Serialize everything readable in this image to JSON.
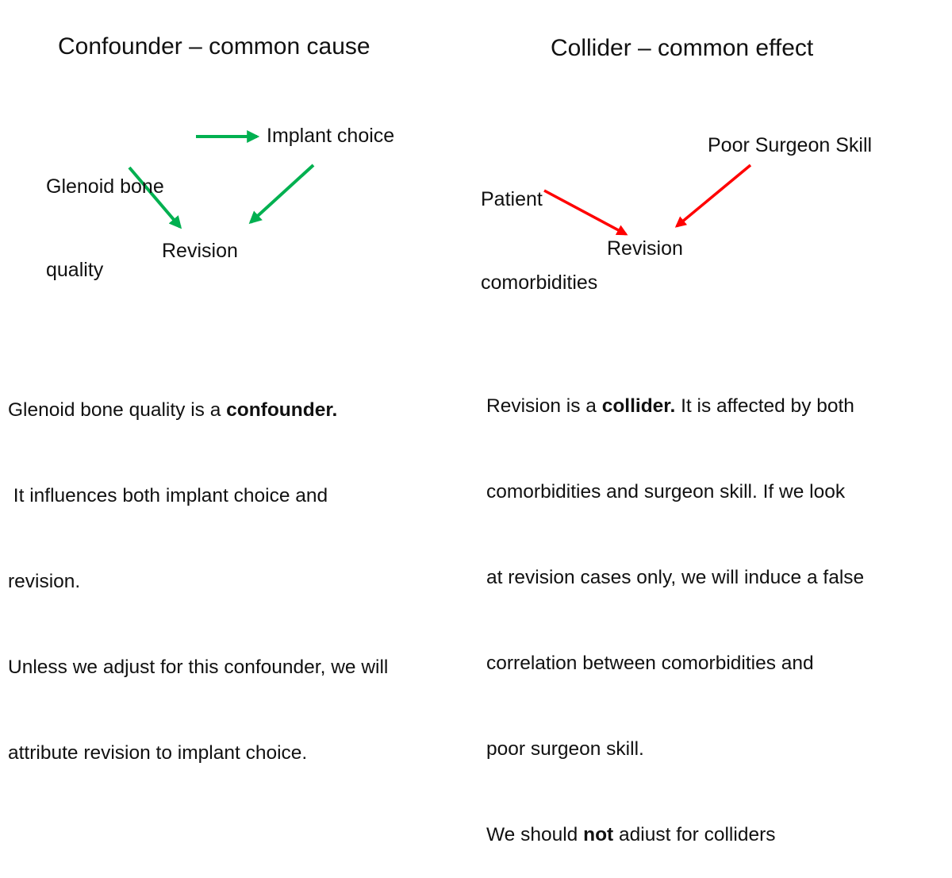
{
  "colors": {
    "confounder_arrows": "#00b050",
    "collider_arrows": "#ff0000",
    "text": "#111111"
  },
  "confounder": {
    "title": "Confounder – common cause",
    "nodes": {
      "exposure_line1": "Glenoid bone",
      "exposure_line2": "quality",
      "treatment": "Implant choice",
      "outcome": "Revision"
    },
    "explanation": {
      "line1_pre": "Glenoid bone quality is a ",
      "line1_bold": "confounder.",
      "line2": " It influences both implant choice and",
      "line3": "revision.",
      "line4": "Unless we adjust for this confounder, we will",
      "line5": "attribute revision to implant choice."
    }
  },
  "collider": {
    "title": "Collider – common effect",
    "nodes": {
      "cause1_line1": "Patient",
      "cause1_line2": "comorbidities",
      "cause2": "Poor Surgeon Skill",
      "outcome": "Revision"
    },
    "explanation": {
      "line1_pre": "Revision is a ",
      "line1_bold": "collider.",
      "line1_post": " It is affected by both",
      "line2": "comorbidities and surgeon skill. If we look",
      "line3": "at revision cases only, we will induce a false",
      "line4": "correlation between comorbidities and",
      "line5": "poor surgeon skill.",
      "line6_pre": "We should ",
      "line6_bold": "not",
      "line6_post": " adiust for colliders"
    }
  }
}
